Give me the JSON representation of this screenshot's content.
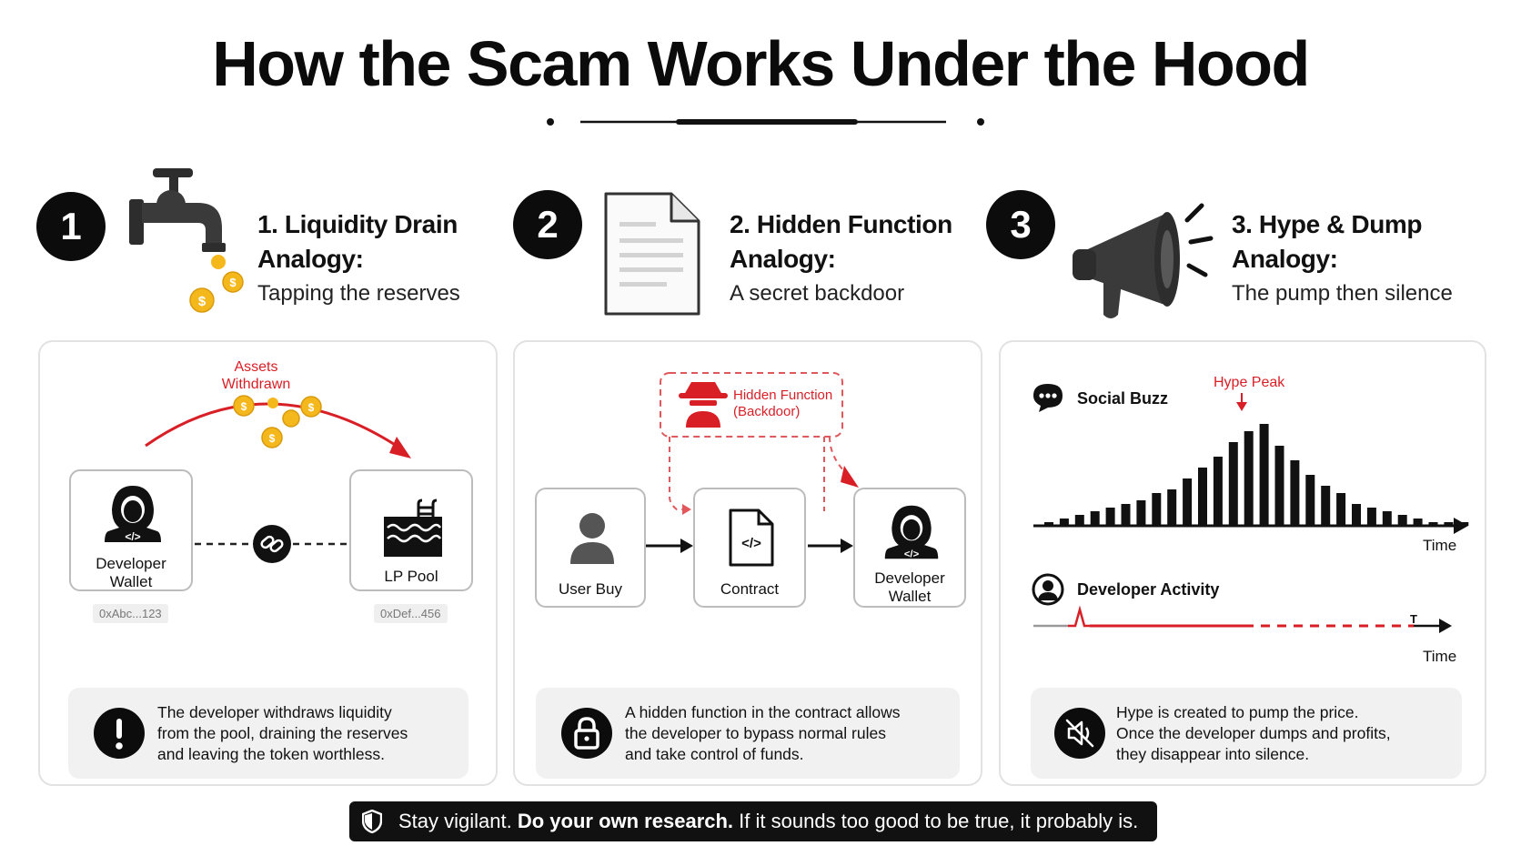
{
  "title": "How the Scam Works Under the Hood",
  "steps": [
    {
      "number": "1",
      "title": "1. Liquidity Drain",
      "analogy_label": "Analogy:",
      "analogy": "Tapping the reserves",
      "icon": "faucet-icon"
    },
    {
      "number": "2",
      "title": "2. Hidden Function",
      "analogy_label": "Analogy:",
      "analogy": "A secret backdoor",
      "icon": "document-icon"
    },
    {
      "number": "3",
      "title": "3. Hype & Dump",
      "analogy_label": "Analogy:",
      "analogy": "The pump then silence",
      "icon": "megaphone-icon"
    }
  ],
  "panel1": {
    "arrow_label_line1": "Assets",
    "arrow_label_line2": "Withdrawn",
    "left_node_line1": "Developer",
    "left_node_line2": "Wallet",
    "right_node": "LP Pool",
    "left_address": "0xAbc...123",
    "right_address": "0xDef...456",
    "note": [
      "The developer withdraws liquidity",
      "from the pool, draining the reserves",
      "and leaving the token worthless."
    ]
  },
  "panel2": {
    "hidden_line1": "Hidden Function",
    "hidden_line2": "(Backdoor)",
    "node_user": "User Buy",
    "node_contract": "Contract",
    "node_dev_line1": "Developer",
    "node_dev_line2": "Wallet",
    "note": [
      "A hidden function in the contract allows",
      "the developer to bypass normal rules",
      "and take control of funds."
    ]
  },
  "panel3": {
    "social_label": "Social Buzz",
    "peak_label": "Hype Peak",
    "time_label_1": "Time",
    "dev_label": "Developer Activity",
    "time_label_2": "Time",
    "time_marker": "T",
    "note": [
      "Hype is created to pump the price.",
      "Once the developer dumps and profits,",
      "they disappear into silence."
    ],
    "chart_data": {
      "type": "bar",
      "values": [
        1,
        2,
        3,
        4,
        5,
        6,
        7,
        9,
        10,
        13,
        16,
        19,
        23,
        26,
        28,
        22,
        18,
        14,
        11,
        9,
        6,
        5,
        4,
        3,
        2,
        1,
        1,
        1
      ],
      "peak_index": 14
    }
  },
  "footer": {
    "part1": "Stay vigilant.",
    "part2": "Do your own research.",
    "part3": "If it sounds too good to be true, it probably is."
  },
  "colors": {
    "accent_red": "#d81f26",
    "coin_gold": "#f4b81d",
    "dark": "#0c0c0c"
  }
}
